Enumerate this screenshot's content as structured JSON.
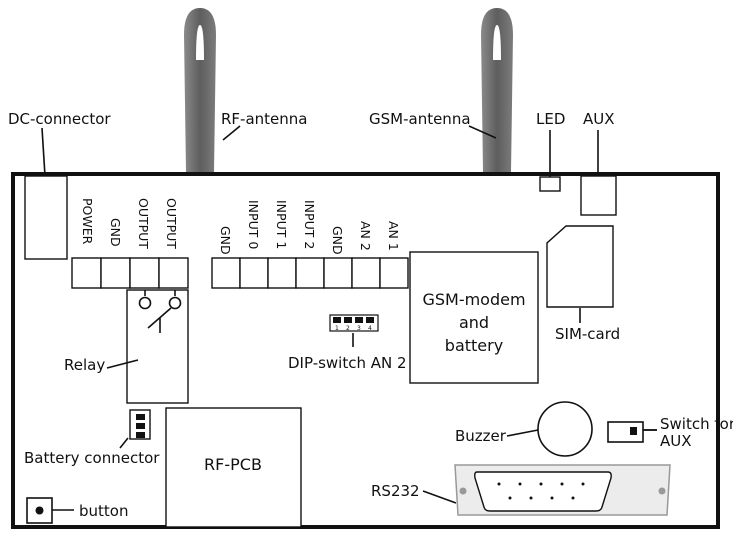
{
  "labels": {
    "dc_connector": "DC-connector",
    "rf_antenna": "RF-antenna",
    "gsm_antenna": "GSM-antenna",
    "led": "LED",
    "aux": "AUX",
    "sim_card": "SIM-card",
    "relay": "Relay",
    "dip_switch": "DIP-switch AN 2",
    "battery_connector": "Battery connector",
    "rf_pcb": "RF-PCB",
    "buzzer": "Buzzer",
    "rs232": "RS232",
    "button": "button",
    "switch_for_aux_line1": "Switch for",
    "switch_for_aux_line2": "AUX",
    "gsm_modem_line1": "GSM-modem",
    "gsm_modem_line2": "and",
    "gsm_modem_line3": "battery"
  },
  "terminals_left": [
    "POWER",
    "GND",
    "OUTPUT",
    "OUTPUT"
  ],
  "terminals_right": [
    "GND",
    "INPUT 0",
    "INPUT 1",
    "INPUT 2",
    "GND",
    "AN 2",
    "AN 1"
  ],
  "dip_numbers": [
    "1",
    "2",
    "3",
    "4"
  ],
  "colors": {
    "line": "#111111",
    "antenna": "#6e6e6e",
    "rs232_fill": "#ececec"
  }
}
